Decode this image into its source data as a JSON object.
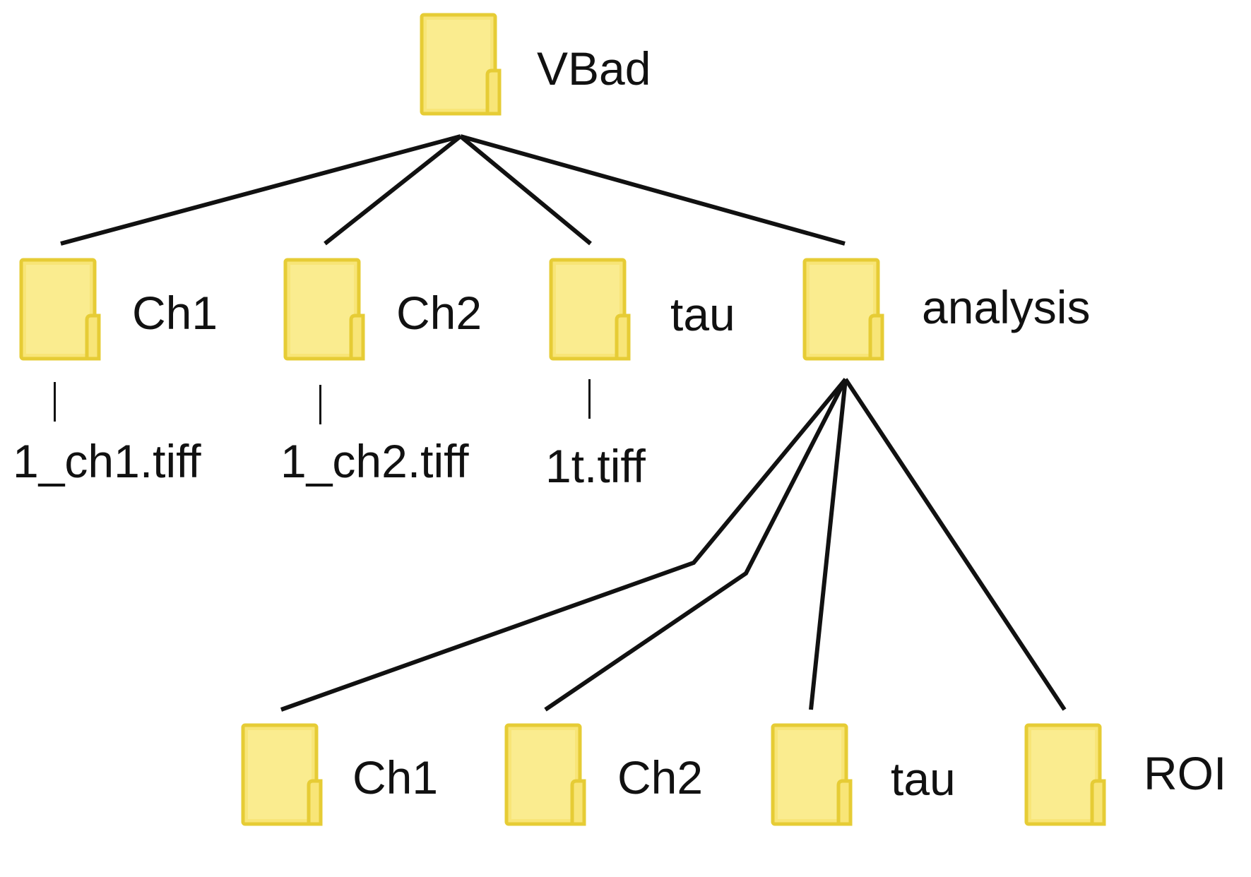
{
  "colors": {
    "folder_fill": "#f8e577",
    "folder_border": "#e6cc35",
    "folder_highlight": "#fdf3ad",
    "edge": "#111111"
  },
  "icons": {
    "folder": "folder-icon"
  },
  "root": {
    "label": "VBad"
  },
  "level1": [
    {
      "label": "Ch1",
      "file": "1_ch1.tiff"
    },
    {
      "label": "Ch2",
      "file": "1_ch2.tiff"
    },
    {
      "label": "tau",
      "file": "1t.tiff"
    },
    {
      "label": "analysis"
    }
  ],
  "level2": [
    {
      "label": "Ch1"
    },
    {
      "label": "Ch2"
    },
    {
      "label": "tau"
    },
    {
      "label": "ROI"
    }
  ]
}
